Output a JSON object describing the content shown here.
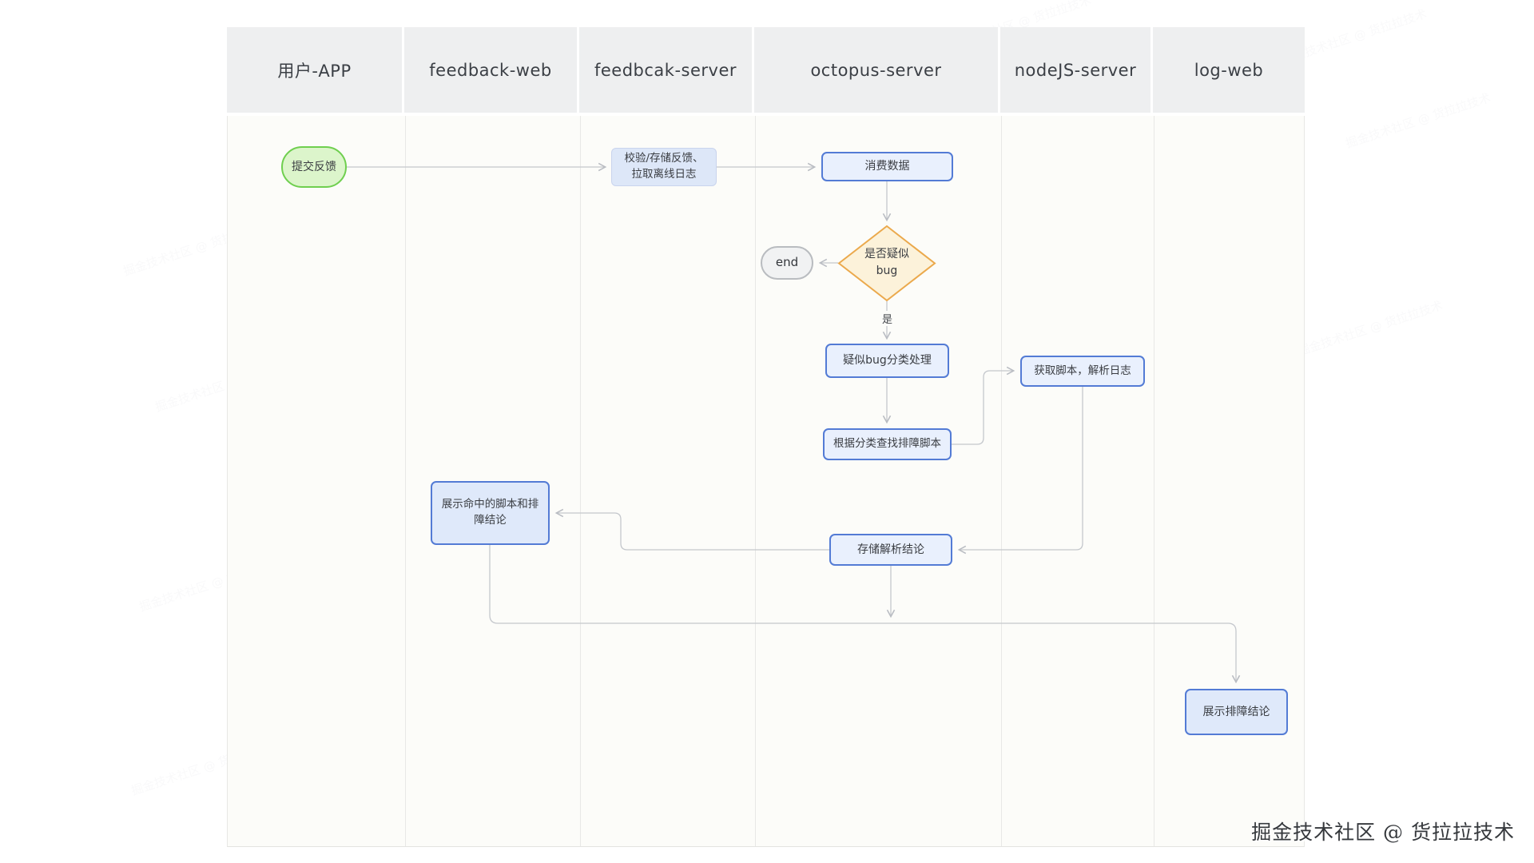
{
  "lanes": [
    {
      "label": "用户-APP"
    },
    {
      "label": "feedback-web"
    },
    {
      "label": "feedbcak-server"
    },
    {
      "label": "octopus-server"
    },
    {
      "label": "nodeJS-server"
    },
    {
      "label": "log-web"
    }
  ],
  "nodes": {
    "start": {
      "label": "提交反馈"
    },
    "validate": {
      "label": "校验/存储反馈、\n拉取离线日志"
    },
    "consume": {
      "label": "消费数据"
    },
    "end": {
      "label": "end"
    },
    "decision": {
      "label": "是否疑似\nbug"
    },
    "decision_yes": {
      "label": "是"
    },
    "classify": {
      "label": "疑似bug分类处理"
    },
    "find_script": {
      "label": "根据分类查找排障脚本"
    },
    "get_script": {
      "label": "获取脚本，解析日志"
    },
    "show_script": {
      "label": "展示命中的脚本和排\n障结论"
    },
    "store": {
      "label": "存储解析结论"
    },
    "show_conclusion": {
      "label": "展示排障结论"
    }
  },
  "watermark": {
    "text": "掘金技术社区 @ 货拉拉技术"
  },
  "colors": {
    "process_border": "#537bd5",
    "process_fill": "#e9f0fd",
    "start_border": "#6fcf4f",
    "start_fill": "#dcf5cb",
    "decision_border": "#eba94c",
    "decision_fill": "#fcf2da",
    "end_border": "#b9bcc0",
    "end_fill": "#f1f2f3",
    "lane_header_bg": "#eeeff0",
    "arrow": "#c4c7cc"
  }
}
